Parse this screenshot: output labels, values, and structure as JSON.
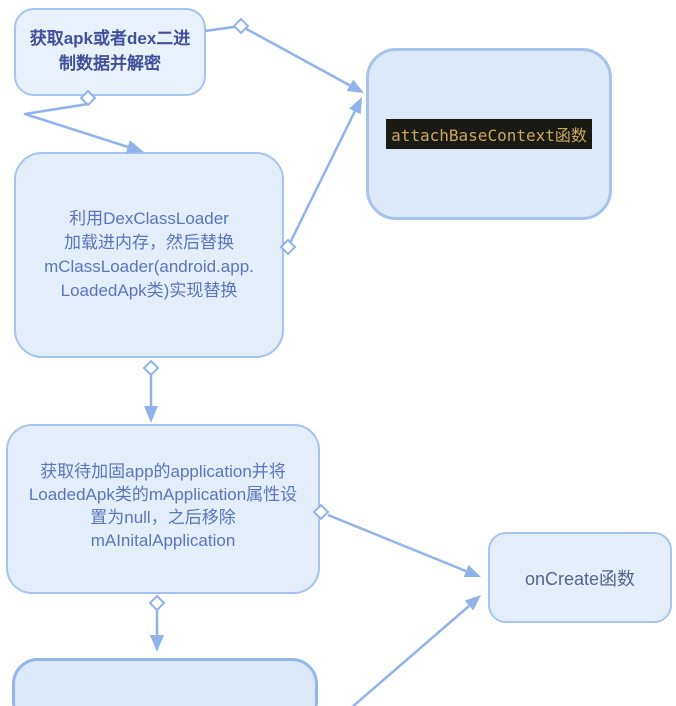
{
  "colors": {
    "line": "#8fb3ea",
    "border": "#a6c3ee",
    "border_strong": "#93b7e9",
    "fill_light": "#e8f1fc",
    "fill": "#e4eefb",
    "fill_deep": "#dce9f9",
    "text_dark": "#414f9c",
    "text_blue": "#5b75bd",
    "text_slate": "#56648e",
    "code_bg": "#1a1a14",
    "code_fg": "#c9a85e"
  },
  "nodes": {
    "decrypt": {
      "label": "获取apk或者dex二进\n制数据并解密"
    },
    "dex_class_loader": {
      "label": "利用DexClassLoader\n加载进内存，然后替换\nmClassLoader(android.app.\nLoadedApk类)实现替换"
    },
    "attach_base_context": {
      "label": "attachBaseContext函数"
    },
    "set_application": {
      "label": "获取待加固app的application并将\nLoadedApk类的mApplication属性设\n置为null，之后移除\nmAInitalApplication"
    },
    "on_create": {
      "label": "onCreate函数"
    },
    "bottom_partial": {
      "label": ""
    }
  }
}
